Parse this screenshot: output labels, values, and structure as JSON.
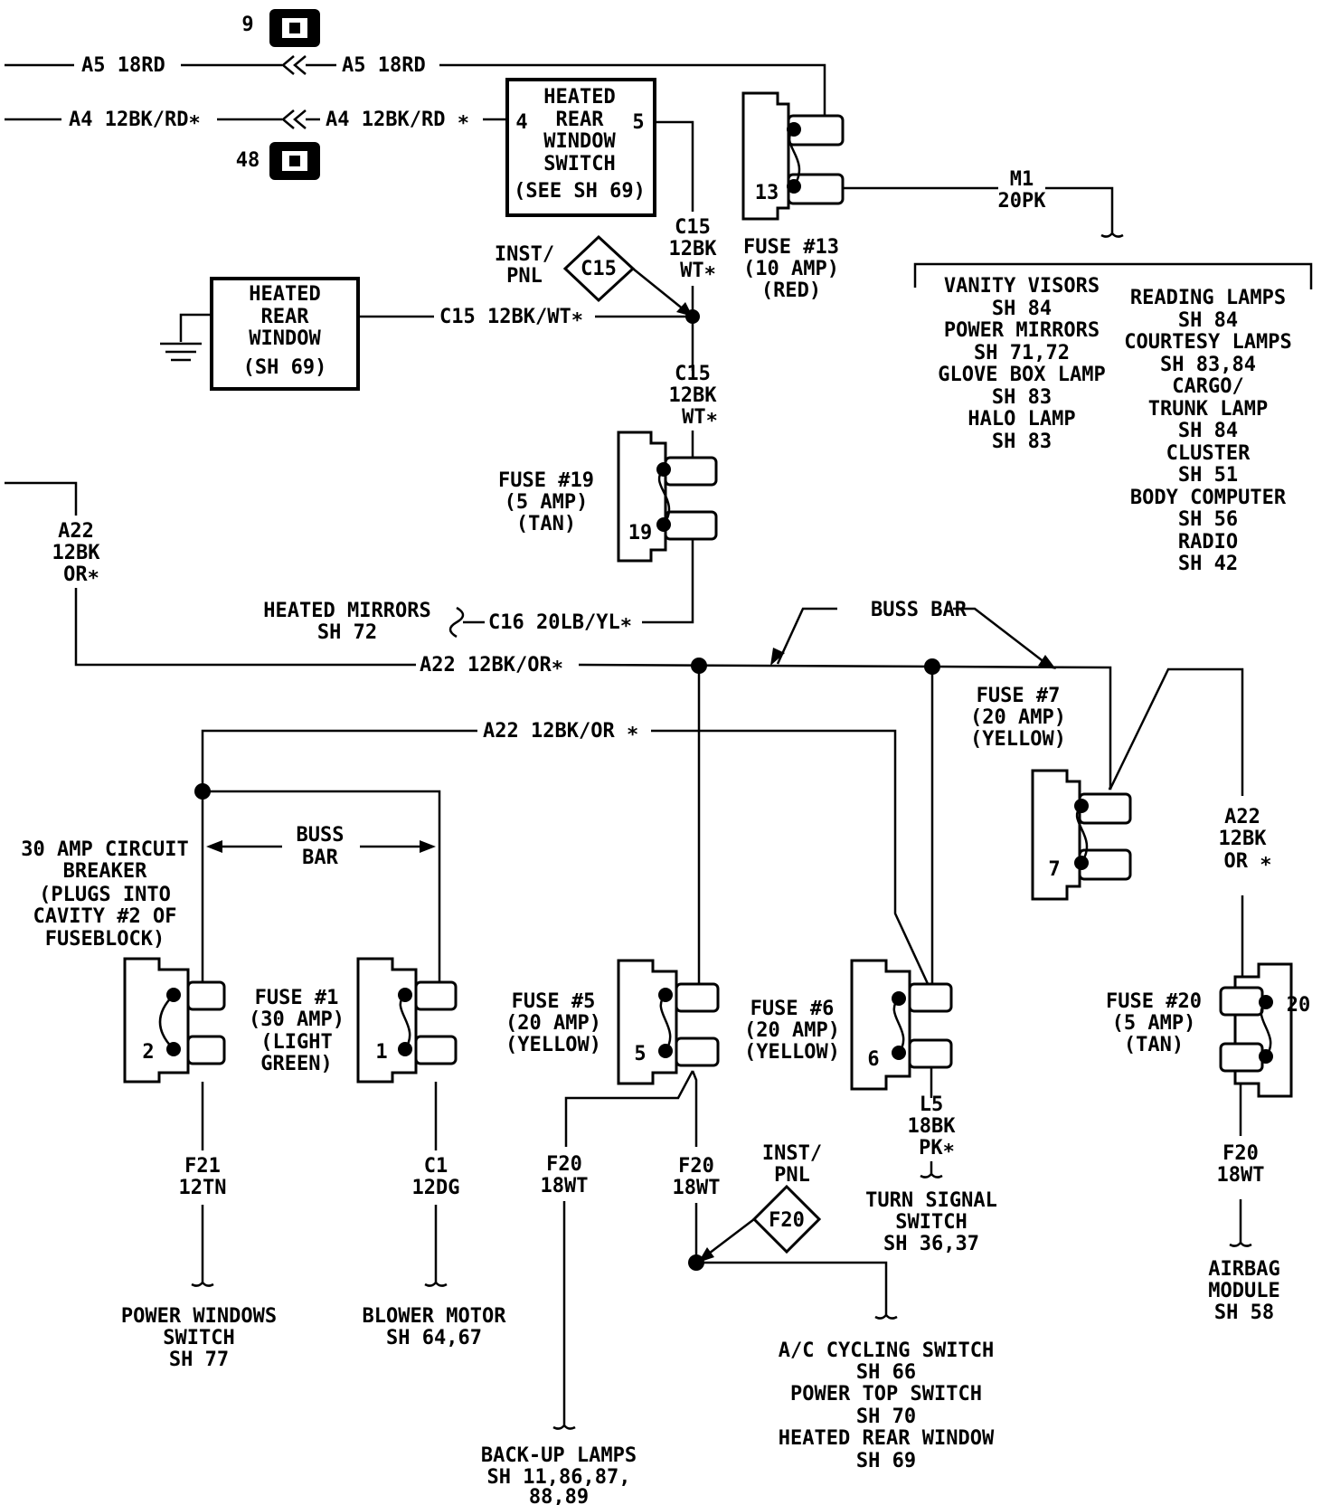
{
  "connectors": {
    "c9": "9",
    "c48": "48"
  },
  "wires": {
    "a5_left": "A5 18RD",
    "a5_right": "A5 18RD",
    "a4_left": "A4 12BK/RD∗",
    "a4_right": "A4 12BK/RD ∗",
    "m1": [
      "M1",
      "20PK"
    ],
    "c15_top": [
      "C15",
      "12BK",
      "WT∗"
    ],
    "c15_horizontal": "C15 12BK/WT∗",
    "c15_mid": [
      "C15",
      "12BK",
      "WT∗"
    ],
    "c16": "C16 20LB/YL∗",
    "a22_left": [
      "A22",
      "12BK",
      "OR∗"
    ],
    "a22_bus": "A22 12BK/OR∗",
    "a22_second": "A22 12BK/OR ∗",
    "a22_right": [
      "A22",
      "12BK",
      "OR ∗"
    ],
    "f21": [
      "F21",
      "12TN"
    ],
    "c1": [
      "C1",
      "12DG"
    ],
    "f20_left": [
      "F20",
      "18WT"
    ],
    "f20_mid": [
      "F20",
      "18WT"
    ],
    "l5": [
      "L5",
      "18BK",
      "PK∗"
    ],
    "f20_right": [
      "F20",
      "18WT"
    ]
  },
  "heated_rear_window_switch": {
    "label": [
      "HEATED",
      "REAR",
      "WINDOW",
      "SWITCH",
      "(SEE SH 69)"
    ],
    "pin_in": "4",
    "pin_out": "5"
  },
  "heated_rear_window": {
    "label": [
      "HEATED",
      "REAR",
      "WINDOW",
      "(SH 69)"
    ]
  },
  "splices": {
    "c15": {
      "tag": "C15",
      "label": [
        "INST/",
        "PNL"
      ]
    },
    "f20": {
      "tag": "F20",
      "label": [
        "INST/",
        "PNL"
      ]
    }
  },
  "fuses": {
    "f13": {
      "num": "13",
      "label": [
        "FUSE #13",
        "(10 AMP)",
        "(RED)"
      ]
    },
    "f19": {
      "num": "19",
      "label": [
        "FUSE #19",
        "(5 AMP)",
        "(TAN)"
      ]
    },
    "f7": {
      "num": "7",
      "label": [
        "FUSE #7",
        "(20 AMP)",
        "(YELLOW)"
      ]
    },
    "cb2": {
      "num": "2",
      "label": [
        "30 AMP CIRCUIT",
        "BREAKER",
        "(PLUGS INTO",
        "CAVITY #2 OF",
        "FUSEBLOCK)"
      ]
    },
    "f1": {
      "num": "1",
      "label": [
        "FUSE #1",
        "(30 AMP)",
        "(LIGHT",
        "GREEN)"
      ]
    },
    "f5": {
      "num": "5",
      "label": [
        "FUSE #5",
        "(20 AMP)",
        "(YELLOW)"
      ]
    },
    "f6": {
      "num": "6",
      "label": [
        "FUSE #6",
        "(20 AMP)",
        "(YELLOW)"
      ]
    },
    "f20": {
      "num": "20",
      "label": [
        "FUSE #20",
        "(5 AMP)",
        "(TAN)"
      ]
    }
  },
  "buss_bar": {
    "top": "BUSS BAR",
    "lower": [
      "BUSS",
      "BAR"
    ]
  },
  "destinations": {
    "m1_left": [
      "VANITY VISORS",
      "SH 84",
      "POWER MIRRORS",
      "SH 71,72",
      "GLOVE BOX LAMP",
      "SH 83",
      "HALO LAMP",
      "SH 83"
    ],
    "m1_right": [
      "READING LAMPS",
      "SH 84",
      "COURTESY LAMPS",
      "SH 83,84",
      "CARGO/",
      "TRUNK LAMP",
      "SH 84",
      "CLUSTER",
      "SH 51",
      "BODY COMPUTER",
      "SH 56",
      "RADIO",
      "SH 42"
    ],
    "heated_mirrors": [
      "HEATED MIRRORS",
      "SH 72"
    ],
    "power_windows": [
      "POWER WINDOWS",
      "SWITCH",
      "SH 77"
    ],
    "blower_motor": [
      "BLOWER MOTOR",
      "SH 64,67"
    ],
    "backup_lamps": [
      "BACK-UP LAMPS",
      "SH 11,86,87,",
      "88,89"
    ],
    "ac_cycling": [
      "A/C CYCLING SWITCH",
      "SH 66",
      "POWER TOP SWITCH",
      "SH 70",
      "HEATED REAR WINDOW",
      "SH 69"
    ],
    "turn_signal": [
      "TURN SIGNAL",
      "SWITCH",
      "SH 36,37"
    ],
    "airbag": [
      "AIRBAG",
      "MODULE",
      "SH 58"
    ]
  }
}
